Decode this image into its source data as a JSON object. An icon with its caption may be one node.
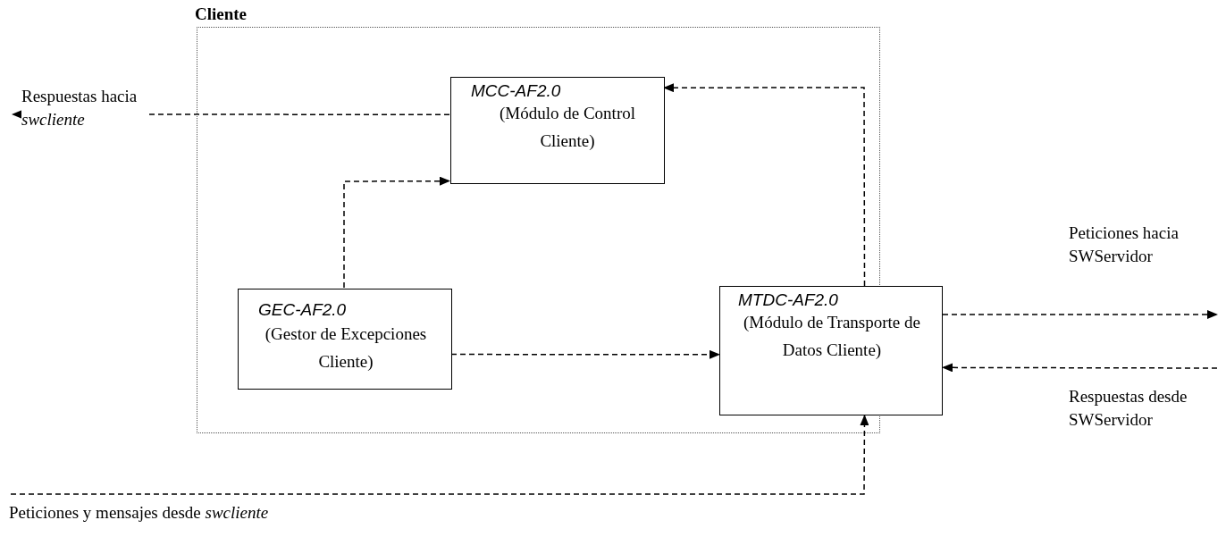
{
  "diagram": {
    "nodes": [
      {
        "text": [
          "Cliente"
        ]
      },
      {
        "text": [
          "MCC-AF2.0",
          "(Módulo de Control Cliente)"
        ],
        "in": 0
      },
      {
        "text": [
          "GEC-AF2.0",
          "(Gestor de Excepciones Cliente)"
        ],
        "in": 0
      },
      {
        "text": [
          "MTDC-AF2.0",
          "(Módulo de Transporte de Datos Cliente)"
        ]
      }
    ],
    "edges": [
      {
        "from": 1,
        "to": null,
        "arrow": "to",
        "style": "dashed",
        "label": "Respuestas hacia *swcliente*"
      },
      {
        "from": 2,
        "to": 1,
        "arrow": "to",
        "style": "dashed"
      },
      {
        "from": 3,
        "to": 1,
        "arrow": "to",
        "style": "dashed"
      },
      {
        "from": 2,
        "to": 3,
        "arrow": "to",
        "style": "dashed"
      },
      {
        "from": 3,
        "to": null,
        "arrow": "to",
        "style": "dashed",
        "label": "Peticiones hacia SWServidor"
      },
      {
        "from": null,
        "to": 3,
        "arrow": "to",
        "style": "dashed",
        "label": "Respuestas desde SWServidor"
      },
      {
        "from": null,
        "to": 3,
        "arrow": "to",
        "style": "dashed",
        "label": "Peticiones y mensajes desde *swcliente*"
      }
    ]
  }
}
